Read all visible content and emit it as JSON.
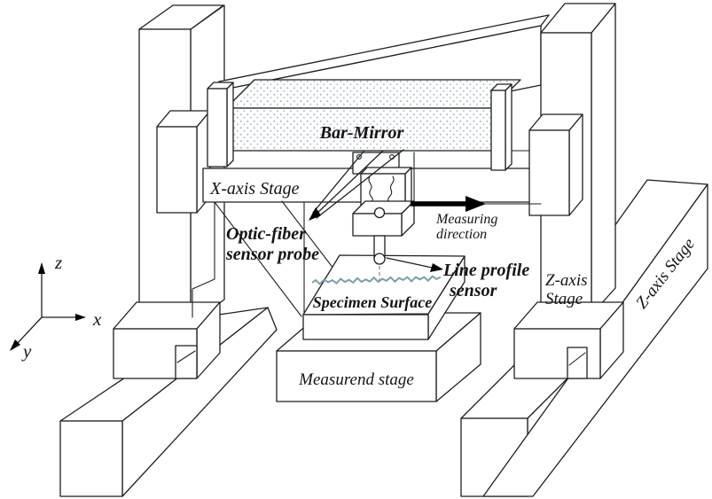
{
  "figure": {
    "labels": {
      "bar_mirror": "Bar-Mirror",
      "x_axis_stage": "X-axis Stage",
      "optic_fiber_line1": "Optic-fiber",
      "optic_fiber_line2": "sensor probe",
      "measuring_line1": "Measuring",
      "measuring_line2": "direction",
      "line_profile_line1": "Line profile",
      "line_profile_line2": "sensor",
      "specimen_surface": "Specimen Surface",
      "measurend_stage": "Measurend stage",
      "z_axis_column_line1": "Z-axis",
      "z_axis_column_line2": "Stage",
      "z_axis_rail": "Z-axis Stage",
      "axis_z": "z",
      "axis_x": "x",
      "axis_y": "y"
    },
    "colors": {
      "line": "#1f1f1f",
      "specimen_surface_fill": "#f6efd3",
      "profile_line": "#7d9ea4",
      "mirror_dot": "#a9b4c6",
      "arrow": "#000000"
    }
  }
}
